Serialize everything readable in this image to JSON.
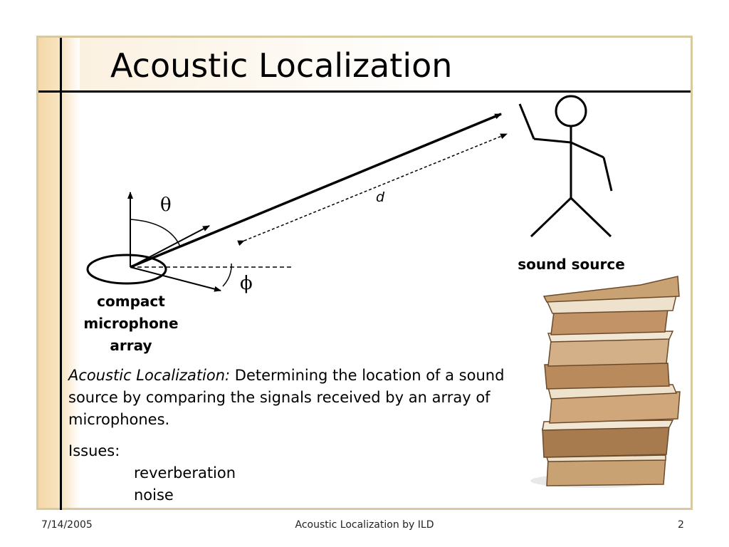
{
  "slide": {
    "title": "Acoustic Localization",
    "diagram": {
      "sound_source_label": "sound source",
      "array_label_lines": [
        "compact",
        "microphone",
        "array"
      ],
      "distance_label": "d",
      "theta_symbol": "θ",
      "phi_symbol": "ϕ"
    },
    "definition": {
      "term": "Acoustic Localization:",
      "text": " Determining the location of a sound source by comparing the signals received by an array of microphones."
    },
    "issues": {
      "heading": "Issues:",
      "items": [
        "reverberation",
        "noise"
      ]
    }
  },
  "footer": {
    "date": "7/14/2005",
    "title": "Acoustic Localization by ILD",
    "page": "2"
  },
  "colors": {
    "frame": "#d9c9a0",
    "band": "#f5d8a8",
    "book_spine": "#c9a274"
  }
}
